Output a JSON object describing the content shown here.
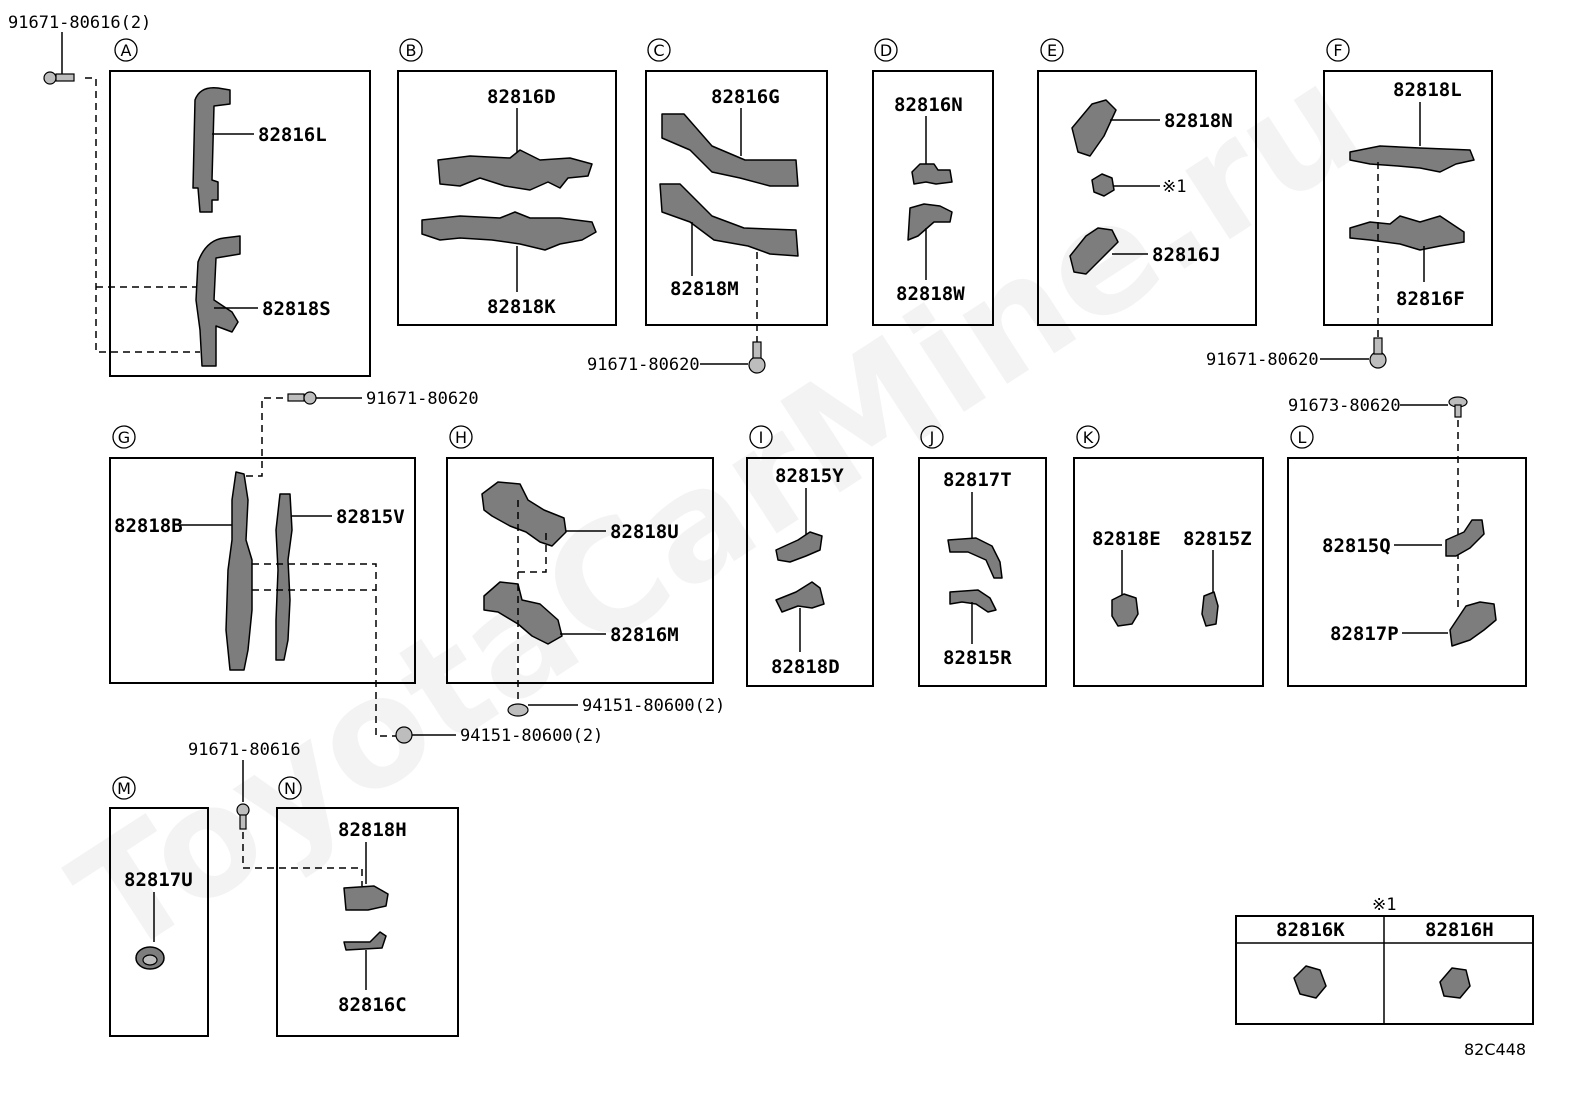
{
  "watermark": "ToyotaCarMine.ru",
  "diagram_code": "82C448",
  "sections": {
    "A": {
      "letter": "A",
      "parts": [
        "82816L",
        "82818S"
      ],
      "fastener": "91671-80616(2)"
    },
    "B": {
      "letter": "B",
      "parts": [
        "82816D",
        "82818K"
      ]
    },
    "C": {
      "letter": "C",
      "parts": [
        "82816G",
        "82818M"
      ],
      "fastener": "91671-80620"
    },
    "D": {
      "letter": "D",
      "parts": [
        "82816N",
        "82818W"
      ]
    },
    "E": {
      "letter": "E",
      "parts": [
        "82818N",
        "※1",
        "82816J"
      ]
    },
    "F": {
      "letter": "F",
      "parts": [
        "82818L",
        "82816F"
      ],
      "fastener": "91671-80620"
    },
    "G": {
      "letter": "G",
      "parts": [
        "82818B",
        "82815V"
      ],
      "fastener_top": "91671-80620",
      "fastener_bottom": "94151-80600(2)"
    },
    "H": {
      "letter": "H",
      "parts": [
        "82818U",
        "82816M"
      ],
      "fastener": "94151-80600(2)"
    },
    "I": {
      "letter": "I",
      "parts": [
        "82815Y",
        "82818D"
      ]
    },
    "J": {
      "letter": "J",
      "parts": [
        "82817T",
        "82815R"
      ]
    },
    "K": {
      "letter": "K",
      "parts": [
        "82818E",
        "82815Z"
      ]
    },
    "L": {
      "letter": "L",
      "parts": [
        "82815Q",
        "82817P"
      ],
      "fastener": "91673-80620"
    },
    "M": {
      "letter": "M",
      "parts": [
        "82817U"
      ],
      "fastener": "91671-80616"
    },
    "N": {
      "letter": "N",
      "parts": [
        "82818H",
        "82816C"
      ]
    }
  },
  "footnote": {
    "mark": "※1",
    "parts": [
      "82816K",
      "82816H"
    ]
  }
}
